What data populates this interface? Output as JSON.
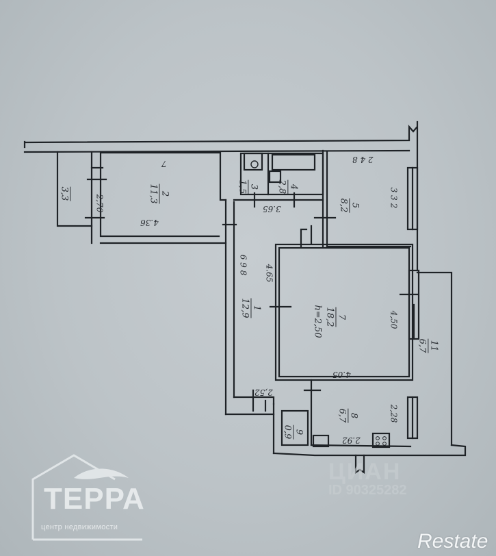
{
  "document": {
    "type": "apartment floor plan (scanned)",
    "ceiling_height": "h=2,50"
  },
  "rooms": [
    {
      "id": "1",
      "area": "12,9",
      "note": "corridor / hall"
    },
    {
      "id": "2",
      "area": "11,3"
    },
    {
      "id": "3",
      "area": "1,5",
      "note": "WC"
    },
    {
      "id": "4",
      "area": "2,8",
      "note": "bathroom"
    },
    {
      "id": "5",
      "area": "8,2"
    },
    {
      "id": "7",
      "area": "18,2"
    },
    {
      "id": "8",
      "area": "6,7",
      "note": "kitchen"
    },
    {
      "id": "9",
      "area": "0,9",
      "note": "pantry"
    },
    {
      "id": "11",
      "area": "6,7",
      "note": "balcony"
    },
    {
      "id": "",
      "area": "3,3",
      "note": "loggia (left)"
    }
  ],
  "dimensions": {
    "room2_length": "4.36",
    "room2_width": "2,70",
    "hall_width_top": "3.65",
    "room5_width": "2 4 8",
    "room5_length": "3 3 2",
    "hall_length": "6 9 8",
    "room7_side": "4.65",
    "room7_width": "4.05",
    "room7_length": "4,50",
    "corridor_small": "2,52",
    "kitchen_width": "2.92",
    "kitchen_length": "2,28",
    "room2_mark": "7"
  },
  "watermarks": {
    "terra_name": "ТЕРРА",
    "terra_sub": "центр недвижимости",
    "cian_logo": "ЦИАН",
    "cian_id": "ID 90325282",
    "restate": "Restate"
  }
}
